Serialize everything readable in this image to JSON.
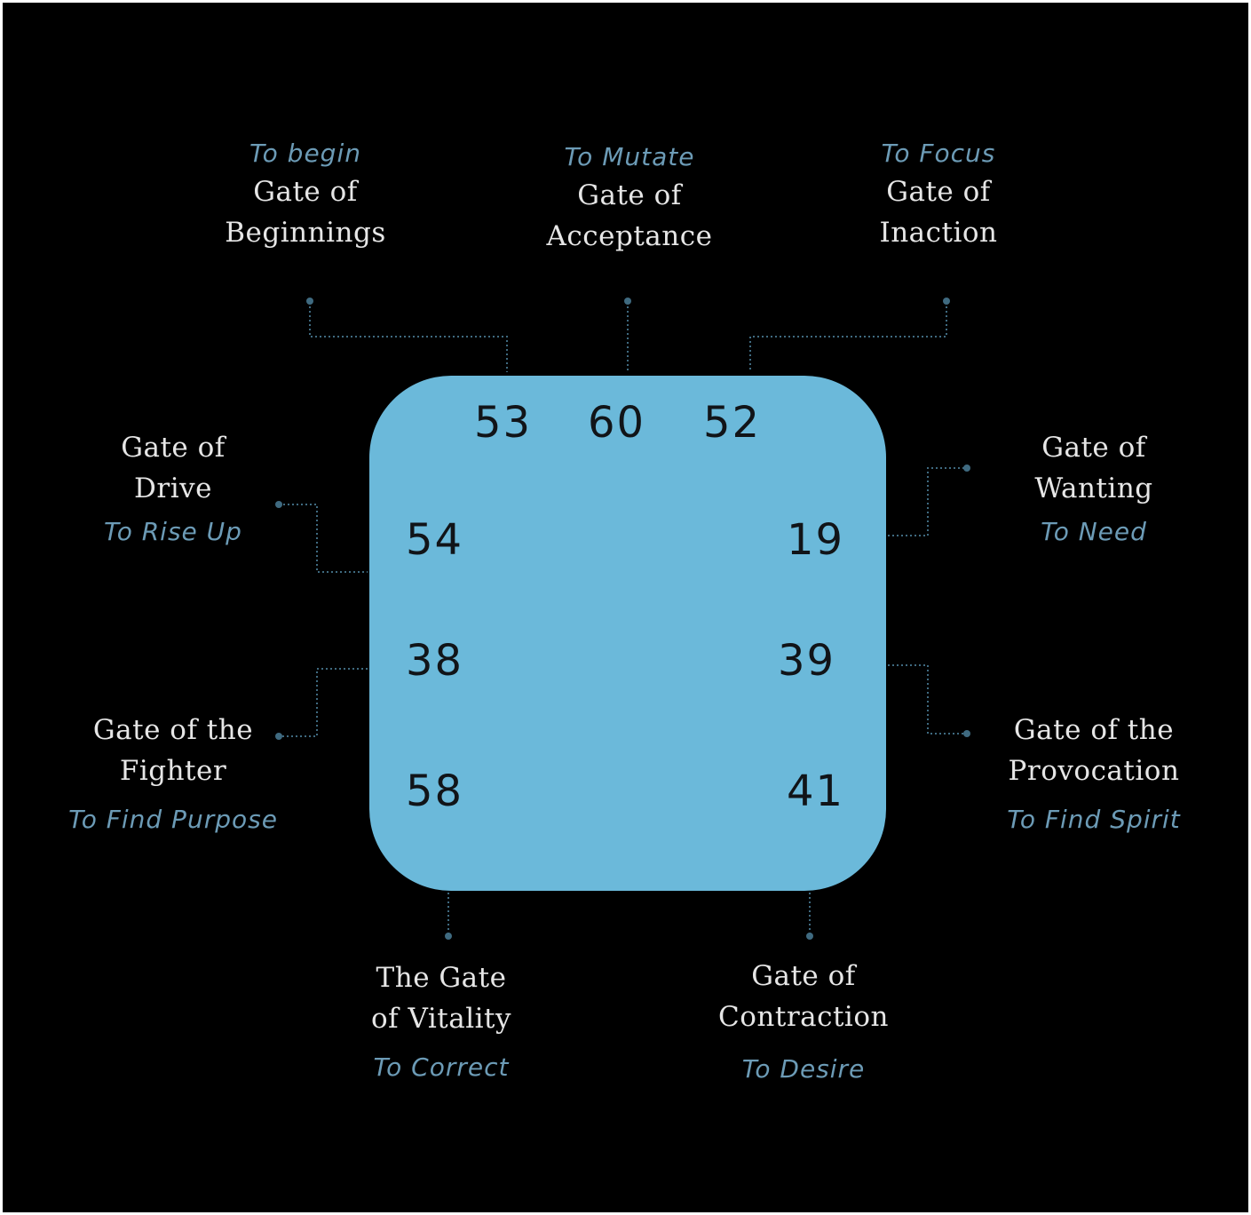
{
  "colors": {
    "background": "#000000",
    "frame": "#ffffff",
    "center": "#6bb9da",
    "connector": "#3f6a80",
    "label": "#e6e6e6",
    "verb": "#6c9bb6",
    "number": "#111418"
  },
  "gates": {
    "g53": {
      "number": "53",
      "name_line1": "Gate of",
      "name_line2": "Beginnings",
      "verb": "To begin"
    },
    "g60": {
      "number": "60",
      "name_line1": "Gate of",
      "name_line2": "Acceptance",
      "verb": "To Mutate"
    },
    "g52": {
      "number": "52",
      "name_line1": "Gate of",
      "name_line2": "Inaction",
      "verb": "To Focus"
    },
    "g54": {
      "number": "54",
      "name_line1": "Gate of",
      "name_line2": "Drive",
      "verb": "To Rise Up"
    },
    "g38": {
      "number": "38",
      "name_line1": "Gate of the",
      "name_line2": "Fighter",
      "verb": "To Find Purpose"
    },
    "g58": {
      "number": "58",
      "name_line1": "The Gate",
      "name_line2": "of Vitality",
      "verb": "To Correct"
    },
    "g19": {
      "number": "19",
      "name_line1": "Gate of",
      "name_line2": "Wanting",
      "verb": "To Need"
    },
    "g39": {
      "number": "39",
      "name_line1": "Gate of the",
      "name_line2": "Provocation",
      "verb": "To Find Spirit"
    },
    "g41": {
      "number": "41",
      "name_line1": "Gate of",
      "name_line2": "Contraction",
      "verb": "To Desire"
    }
  }
}
